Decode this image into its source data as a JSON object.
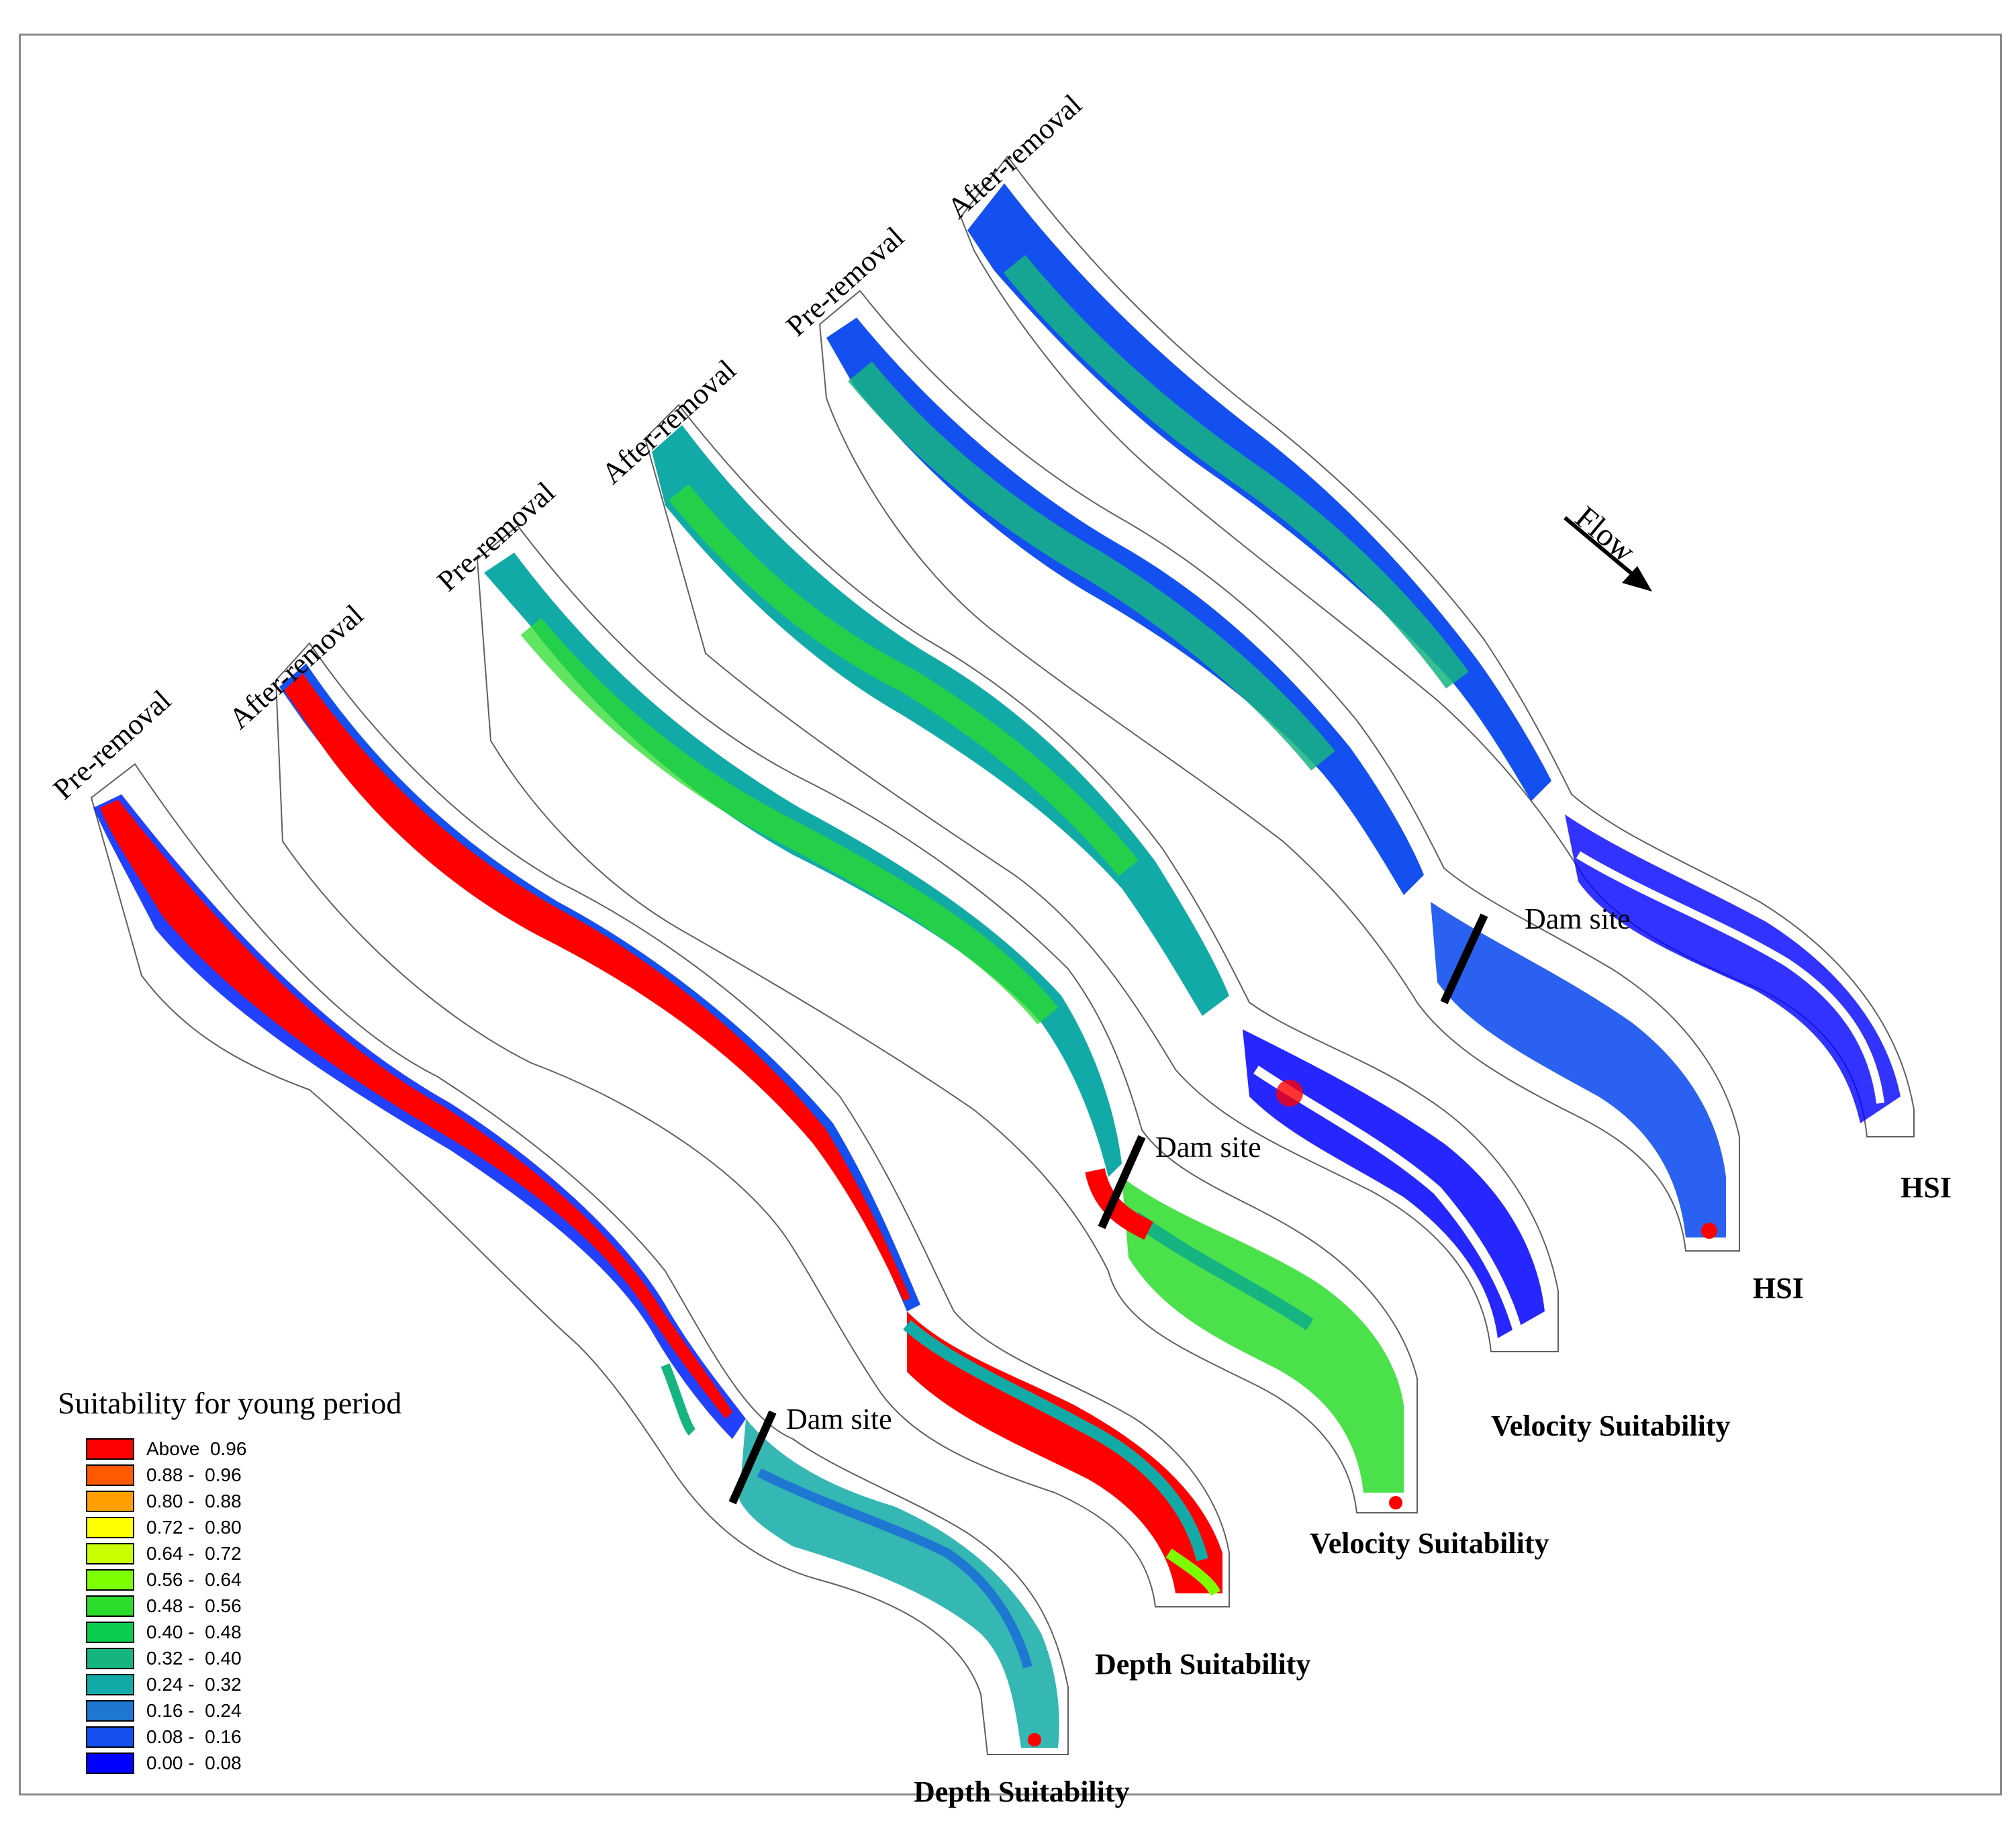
{
  "figure": {
    "panels": [
      {
        "id": "depth-pre",
        "period_label": "Pre-removal",
        "variable_label": "Depth Suitability",
        "dam_site_label": "Dam site"
      },
      {
        "id": "depth-after",
        "period_label": "After-removal",
        "variable_label": "Depth Suitability"
      },
      {
        "id": "velocity-pre",
        "period_label": "Pre-removal",
        "variable_label": "Velocity Suitability",
        "dam_site_label": "Dam site"
      },
      {
        "id": "velocity-after",
        "period_label": "After-removal",
        "variable_label": "Velocity Suitability"
      },
      {
        "id": "hsi-pre",
        "period_label": "Pre-removal",
        "variable_label": "HSI",
        "dam_site_label": "Dam site"
      },
      {
        "id": "hsi-after",
        "period_label": "After-removal",
        "variable_label": "HSI"
      }
    ],
    "flow_label": "Flow",
    "legend": {
      "title": "Suitability for young period",
      "classes": [
        {
          "label": "Above  0.96",
          "color": "#ff0000"
        },
        {
          "label": "0.88 -  0.96",
          "color": "#ff5a00"
        },
        {
          "label": "0.80 -  0.88",
          "color": "#ffa000"
        },
        {
          "label": "0.72 -  0.80",
          "color": "#ffff00"
        },
        {
          "label": "0.64 -  0.72",
          "color": "#c8ff00"
        },
        {
          "label": "0.56 -  0.64",
          "color": "#7dff00"
        },
        {
          "label": "0.48 -  0.56",
          "color": "#2bdc2b"
        },
        {
          "label": "0.40 -  0.48",
          "color": "#0acc50"
        },
        {
          "label": "0.32 -  0.40",
          "color": "#16b481"
        },
        {
          "label": "0.24 -  0.32",
          "color": "#12aaa7"
        },
        {
          "label": "0.16 -  0.24",
          "color": "#1e78d2"
        },
        {
          "label": "0.08 -  0.16",
          "color": "#1450f0"
        },
        {
          "label": "0.00 -  0.08",
          "color": "#0000ff"
        }
      ]
    }
  }
}
